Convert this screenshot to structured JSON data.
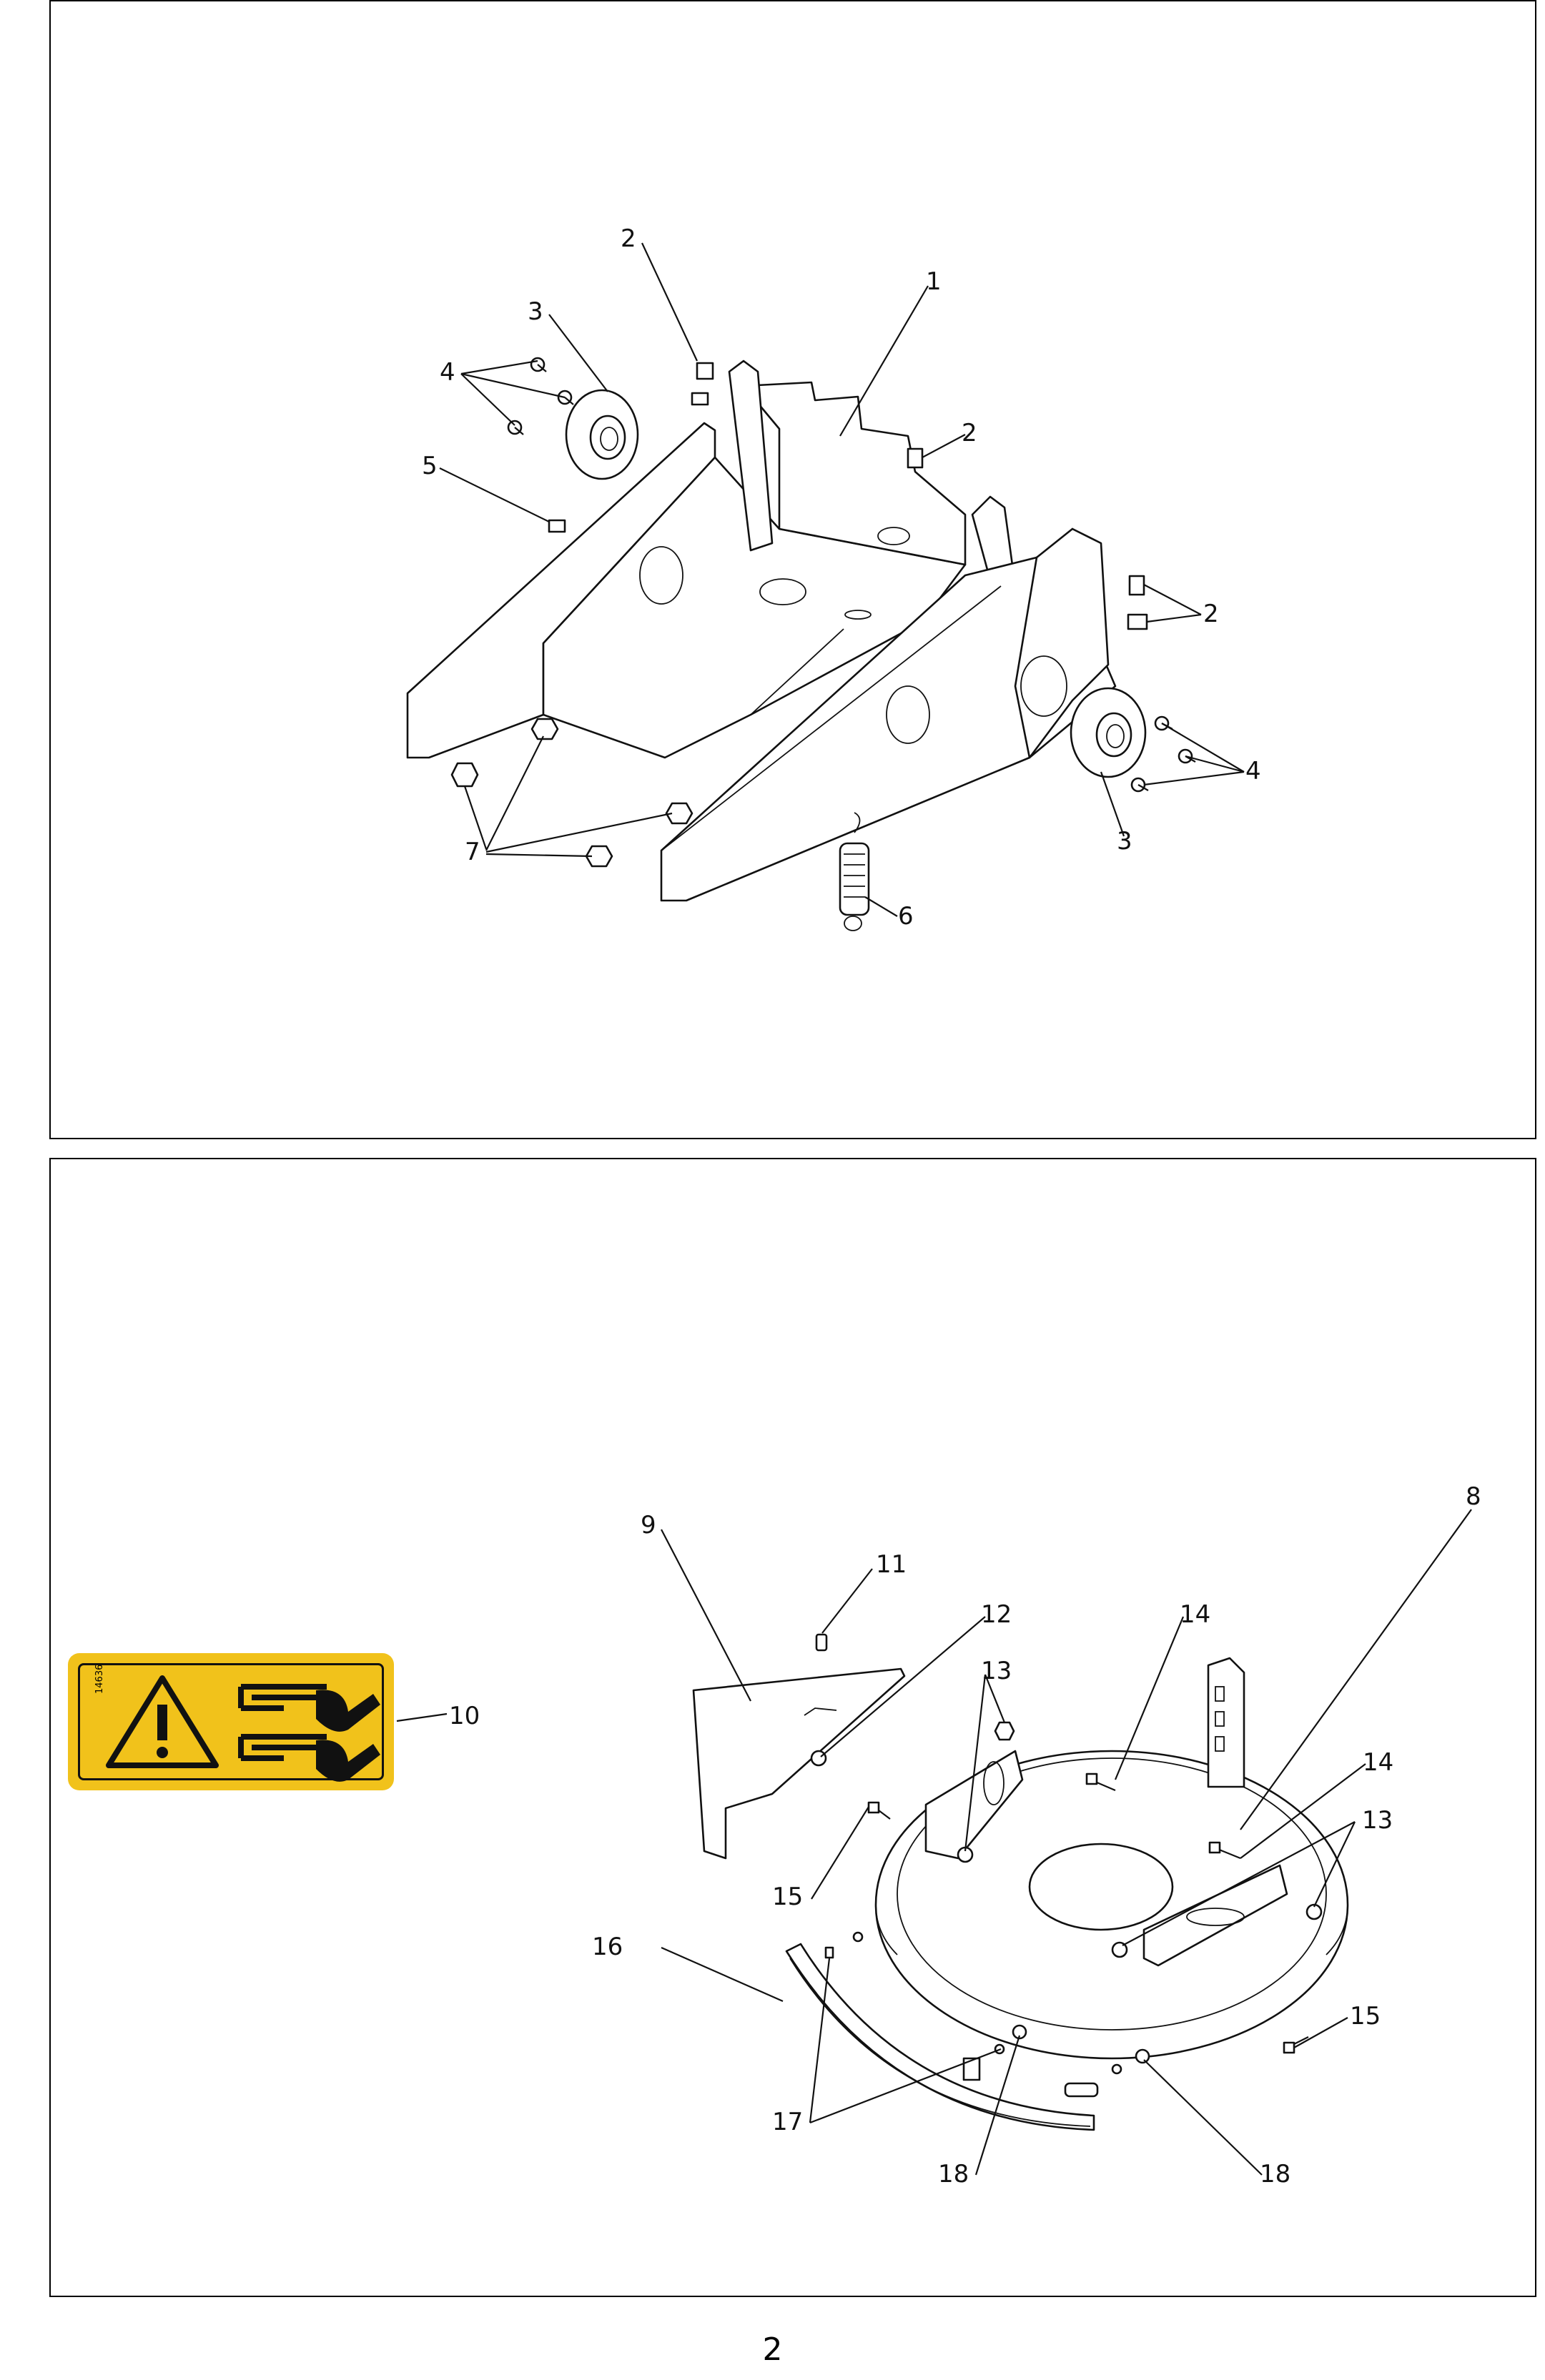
{
  "top_diagram": {
    "callouts": [
      "1",
      "2",
      "2",
      "2",
      "3",
      "3",
      "4",
      "4",
      "5",
      "6",
      "7"
    ]
  },
  "bottom_diagram": {
    "callouts": [
      "8",
      "9",
      "10",
      "11",
      "12",
      "13",
      "13",
      "14",
      "14",
      "15",
      "15",
      "16",
      "17",
      "18",
      "18"
    ]
  },
  "warning_label": {
    "code": "14636",
    "icon": "warning-triangle-icon"
  },
  "page_number": "2",
  "colors": {
    "label_yellow": "#f1c21b",
    "line": "#111111"
  }
}
